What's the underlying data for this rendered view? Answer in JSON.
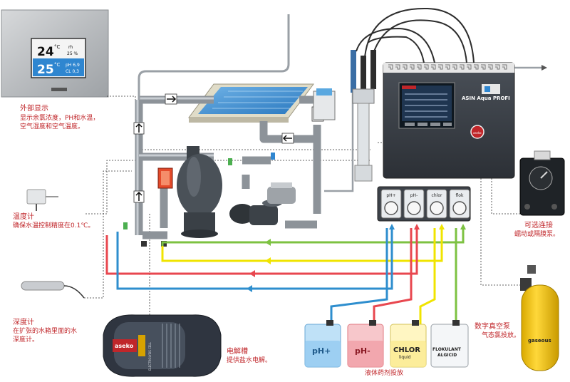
{
  "colors": {
    "label_red": "#c0262a",
    "line_green": "#7dc242",
    "line_yellow": "#f0e400",
    "line_red": "#e8474f",
    "line_blue": "#2e8ece",
    "pipe_grey": "#9aa0a6",
    "pool_water": "#3f8fd0",
    "tank_yellow": "#f2c400",
    "controller_dark": "#3a3f46"
  },
  "display_panel": {
    "temp_main": "24",
    "temp_main_unit": "°C",
    "humidity_label": "rh",
    "humidity_value": "25 %",
    "temp_water": "25",
    "temp_water_unit": "°C",
    "ph_value": "pH 6,9",
    "cl_value": "CL 0,3"
  },
  "labels": {
    "external_display_title": "外部显示",
    "external_display_desc_1": "显示余氯浓度，PH和水温，",
    "external_display_desc_2": "空气湿度和空气温度。",
    "thermometer_title": "温度计",
    "thermometer_desc": "确保水温控制精度在0.1℃。",
    "depth_title": "深度计",
    "depth_desc_1": "在扩张的水箱里面的水",
    "depth_desc_2": "深度计。",
    "electrolysis_title": "电解槽",
    "electrolysis_desc": "提供盐水电解。",
    "liquid_dosing": "液体药剂投放",
    "optional_title": "可选连接",
    "optional_desc": "蠕动或隔膜泵。",
    "vacuum_title": "数字真空泵",
    "vacuum_desc": "气态氯投放。"
  },
  "controller": {
    "title": "ASIN Aqua PROFI",
    "brand": "aseko"
  },
  "pumps": [
    "pH+",
    "pH-",
    "chlor",
    "flok"
  ],
  "canisters": {
    "ph_plus": "pH+",
    "ph_minus": "pH-",
    "chlor_1": "CHLOR",
    "chlor_2": "liquid",
    "flok_1": "FLOKULANT",
    "flok_2": "ALGICID"
  },
  "gas_tank": "gaseous",
  "cell": {
    "brand": "aseko",
    "side_text": "ELECTROLYSIS CELL"
  }
}
